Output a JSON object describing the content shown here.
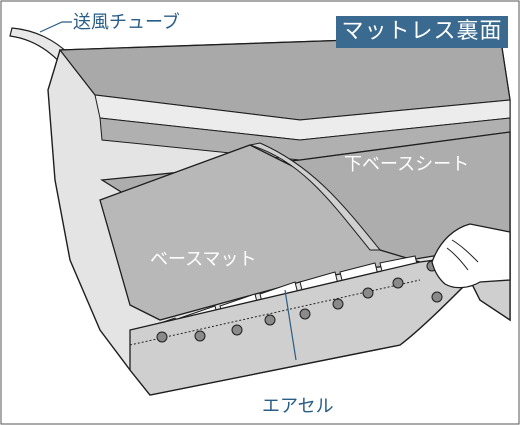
{
  "figure": {
    "title": "マットレス裏面",
    "labels": {
      "air_tube": "送風チューブ",
      "lower_base_sheet": "下ベースシート",
      "base_mat": "ベースマット",
      "air_cell": "エアセル"
    },
    "colors": {
      "accent": "#3a6a8f",
      "label_text": "#2a5d85",
      "fabric_dark": "#a7a7a7",
      "fabric_mid": "#c4c4c4",
      "fabric_light": "#e6e6e6",
      "outline": "#1e1e1e"
    }
  }
}
